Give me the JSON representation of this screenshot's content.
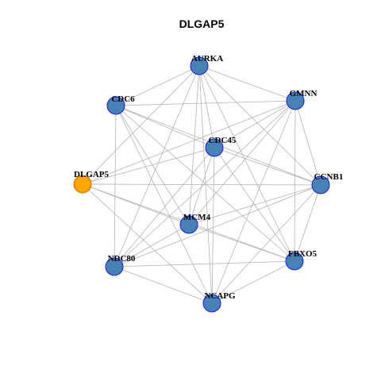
{
  "title": "DLGAP5",
  "colors": {
    "query_fill": "#ffa500",
    "query_stroke": "#c76f00",
    "node_fill": "#4682b4",
    "node_stroke": "#1a1aee",
    "edge": "#b4b4b4",
    "label": "#000000"
  },
  "nodes": [
    {
      "id": "AURKA",
      "label": "AURKA",
      "query": false
    },
    {
      "id": "GMNN",
      "label": "GMNN",
      "query": false
    },
    {
      "id": "CDC6",
      "label": "CDC6",
      "query": false
    },
    {
      "id": "CDC45",
      "label": "CDC45",
      "query": false
    },
    {
      "id": "DLGAP5",
      "label": "DLGAP5",
      "query": true
    },
    {
      "id": "CCNB1",
      "label": "CCNB1",
      "query": false
    },
    {
      "id": "MCM4",
      "label": "MCM4",
      "query": false
    },
    {
      "id": "NDC80",
      "label": "NDC80",
      "query": false
    },
    {
      "id": "FBXO5",
      "label": "FBXO5",
      "query": false
    },
    {
      "id": "NCAPG",
      "label": "NCAPG",
      "query": false
    }
  ],
  "edges": [
    [
      "AURKA",
      "CDC6"
    ],
    [
      "AURKA",
      "GMNN"
    ],
    [
      "AURKA",
      "CDC45"
    ],
    [
      "AURKA",
      "DLGAP5"
    ],
    [
      "AURKA",
      "CCNB1"
    ],
    [
      "AURKA",
      "MCM4"
    ],
    [
      "AURKA",
      "NDC80"
    ],
    [
      "AURKA",
      "FBXO5"
    ],
    [
      "AURKA",
      "NCAPG"
    ],
    [
      "GMNN",
      "CDC6"
    ],
    [
      "GMNN",
      "CDC45"
    ],
    [
      "GMNN",
      "DLGAP5"
    ],
    [
      "GMNN",
      "CCNB1"
    ],
    [
      "GMNN",
      "MCM4"
    ],
    [
      "GMNN",
      "NDC80"
    ],
    [
      "GMNN",
      "FBXO5"
    ],
    [
      "GMNN",
      "NCAPG"
    ],
    [
      "CDC6",
      "CDC45"
    ],
    [
      "CDC6",
      "CCNB1"
    ],
    [
      "CDC6",
      "MCM4"
    ],
    [
      "CDC6",
      "NDC80"
    ],
    [
      "CDC6",
      "FBXO5"
    ],
    [
      "CDC6",
      "NCAPG"
    ],
    [
      "CDC45",
      "DLGAP5"
    ],
    [
      "CDC45",
      "CCNB1"
    ],
    [
      "CDC45",
      "MCM4"
    ],
    [
      "CDC45",
      "NDC80"
    ],
    [
      "CDC45",
      "FBXO5"
    ],
    [
      "CDC45",
      "NCAPG"
    ],
    [
      "DLGAP5",
      "CCNB1"
    ],
    [
      "DLGAP5",
      "MCM4"
    ],
    [
      "DLGAP5",
      "FBXO5"
    ],
    [
      "DLGAP5",
      "NCAPG"
    ],
    [
      "CCNB1",
      "MCM4"
    ],
    [
      "CCNB1",
      "NDC80"
    ],
    [
      "CCNB1",
      "FBXO5"
    ],
    [
      "CCNB1",
      "NCAPG"
    ],
    [
      "MCM4",
      "FBXO5"
    ],
    [
      "MCM4",
      "NDC80"
    ],
    [
      "NDC80",
      "FBXO5"
    ],
    [
      "NDC80",
      "NCAPG"
    ],
    [
      "FBXO5",
      "NCAPG"
    ]
  ]
}
